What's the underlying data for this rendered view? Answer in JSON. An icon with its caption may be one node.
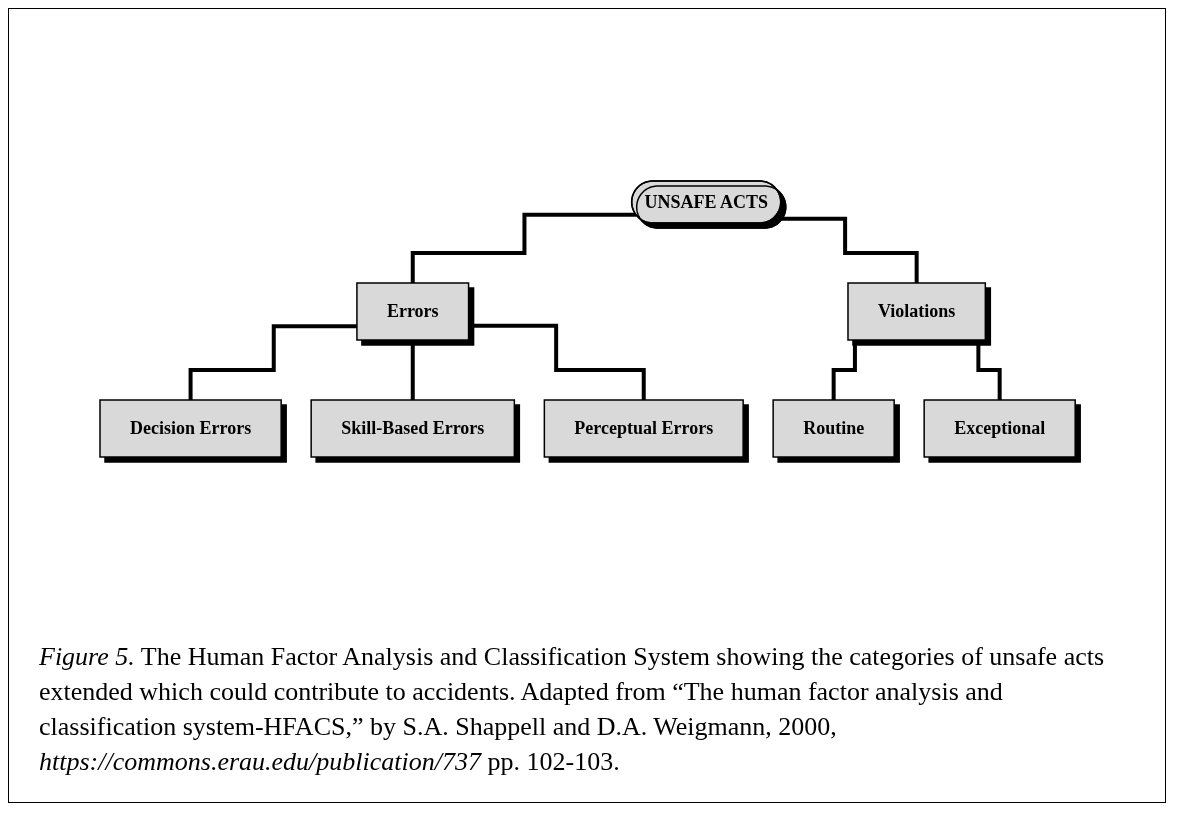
{
  "diagram": {
    "caption": "*Figure 5.* The Human Factor Analysis and Classification System showing the categories of unsafe acts extended which could contribute to accidents.  Adapted from “The human factor analysis and classification system-HFACS,” by S.A. Shappell and D.A. Weigmann, 2000, *https://commons.erau.edu/publication/737* pp. 102-103.",
    "nodes": [
      {
        "text": [
          "UNSAFE ACTS"
        ]
      },
      {
        "text": [
          "Errors"
        ]
      },
      {
        "text": [
          "Violations"
        ]
      },
      {
        "text": [
          "Decision Errors"
        ]
      },
      {
        "text": [
          "Skill-Based Errors"
        ]
      },
      {
        "text": [
          "Perceptual Errors"
        ]
      },
      {
        "text": [
          "Routine"
        ]
      },
      {
        "text": [
          "Exceptional"
        ]
      }
    ],
    "edges": [
      {
        "from": 0,
        "to": 1,
        "arrow": "none"
      },
      {
        "from": 0,
        "to": 2,
        "arrow": "none"
      },
      {
        "from": 1,
        "to": 3,
        "arrow": "none"
      },
      {
        "from": 1,
        "to": 4,
        "arrow": "none"
      },
      {
        "from": 1,
        "to": 5,
        "arrow": "none"
      },
      {
        "from": 2,
        "to": 6,
        "arrow": "none"
      },
      {
        "from": 2,
        "to": 7,
        "arrow": "none"
      }
    ]
  }
}
